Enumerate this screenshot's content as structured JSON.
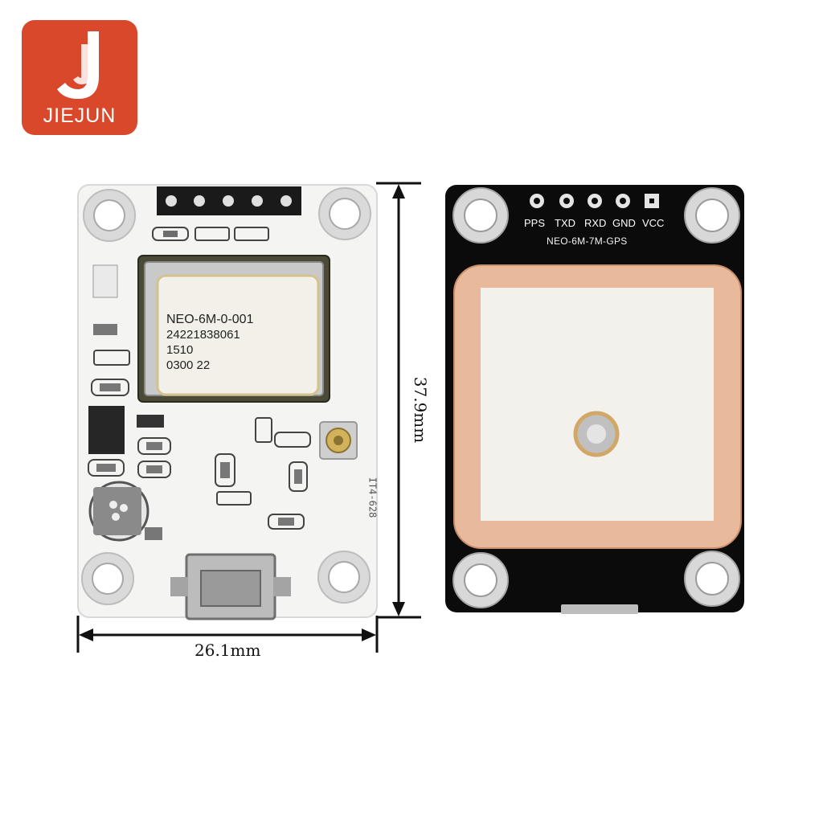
{
  "brand": {
    "name": "JIEJUN",
    "accent": "#d9482b"
  },
  "dimensions": {
    "width_label": "26.1mm",
    "height_label": "37.9mm"
  },
  "front_board": {
    "color": "#f4f4f2",
    "module_label": {
      "line1": "NEO-6M-0-001",
      "line2": "24221838061",
      "line3": "1510",
      "line4": "0300 22"
    },
    "silkscreen": "IT4-628"
  },
  "back_board": {
    "color": "#0b0b0b",
    "pins": [
      "PPS",
      "TXD",
      "RXD",
      "GND",
      "VCC"
    ],
    "model_label": "NEO-6M-7M-GPS",
    "antenna_color": "#e8b99a"
  }
}
